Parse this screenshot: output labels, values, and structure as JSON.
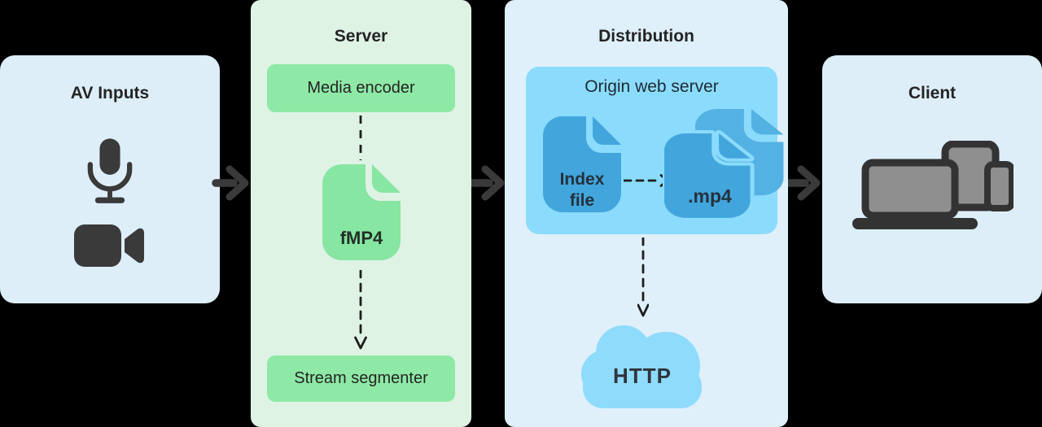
{
  "panels": {
    "av": {
      "title": "AV Inputs"
    },
    "server": {
      "title": "Server",
      "encoder_label": "Media encoder",
      "file_label": "fMP4",
      "segmenter_label": "Stream segmenter"
    },
    "distribution": {
      "title": "Distribution",
      "origin_title": "Origin web server",
      "index_line1": "Index",
      "index_line2": "file",
      "mp4_label": ".mp4",
      "cloud_label": "HTTP"
    },
    "client": {
      "title": "Client"
    }
  },
  "colors": {
    "background": "#000000",
    "panel-blue": "#ddeef9",
    "panel-green": "#dff3e5",
    "panel-dist": "#dff0fa",
    "green-accent": "#8ee9a6",
    "green-file": "#87e6a2",
    "origin-blue": "#8bdbfc",
    "file-blue": "#42a6dd",
    "file-blue-back": "#54b1e3",
    "cloud-blue": "#8edbfc",
    "icon-dark": "#3a3a3a",
    "text-dark": "#242424",
    "line-dark": "#1d1d1d"
  }
}
